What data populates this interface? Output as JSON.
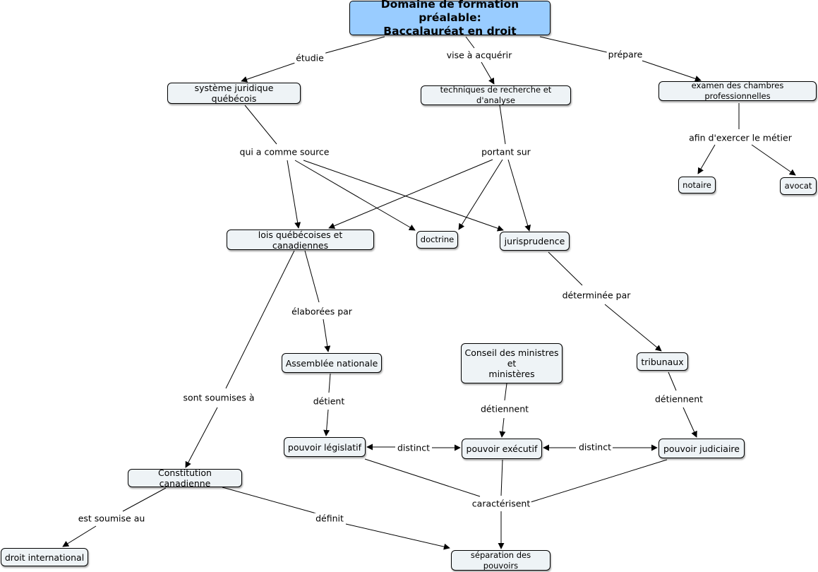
{
  "nodes": {
    "root": "Domaine de formation préalable:\nBaccalauréat en droit",
    "systeme": "système juridique québécois",
    "techniques": "techniques de recherche et d'analyse",
    "examen": "examen des chambres professionnelles",
    "notaire": "notaire",
    "avocat": "avocat",
    "lois": "lois québécoises et canadiennes",
    "doctrine": "doctrine",
    "jurisprudence": "jurisprudence",
    "assemblee": "Assemblée nationale",
    "conseil": "Conseil des ministres\net\nministères",
    "tribunaux": "tribunaux",
    "legislatif": "pouvoir législatif",
    "executif": "pouvoir exécutif",
    "judiciaire": "pouvoir judiciaire",
    "constitution": "Constitution canadienne",
    "droit_intl": "droit international",
    "separation": "séparation des pouvoirs"
  },
  "labels": {
    "etudie": "étudie",
    "vise": "vise à acquérir",
    "prepare": "prépare",
    "afin": "afin d'exercer le métier",
    "source": "qui a comme source",
    "portant": "portant sur",
    "determinee": "déterminée par",
    "elaborees": "élaborées par",
    "soumises": "sont soumises à",
    "detient": "détient",
    "detiennent_exec": "détiennent",
    "detiennent_jud": "détiennent",
    "distinct1": "distinct",
    "distinct2": "distinct",
    "caracterisent": "caractérisent",
    "soumise_au": "est soumise au",
    "definit": "définit"
  }
}
